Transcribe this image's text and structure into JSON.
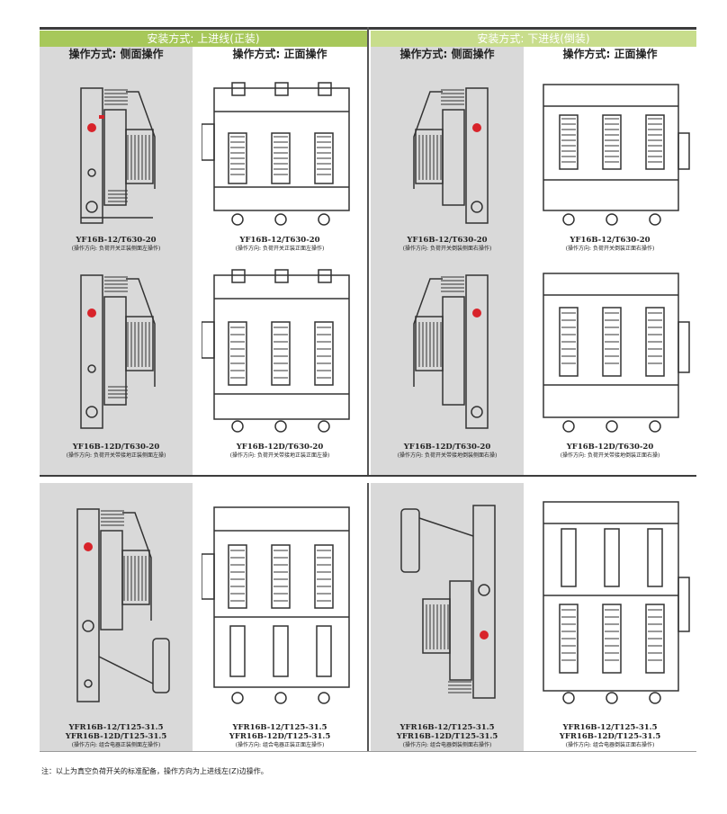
{
  "headers": {
    "top_mount": "安装方式: 上进线(正装)",
    "bottom_mount": "安装方式: 下进线(倒装)"
  },
  "subheaders": [
    "操作方式: 侧面操作",
    "操作方式: 正面操作",
    "操作方式: 侧面操作",
    "操作方式: 正面操作"
  ],
  "captions": [
    {
      "model": "YF16B-12/T630-20",
      "note": "(操作方向: 负荷开关正装侧面左操作)"
    },
    {
      "model": "YF16B-12/T630-20",
      "note": "(操作方向: 负荷开关正装正面左操作)"
    },
    {
      "model": "YF16B-12/T630-20",
      "note": "(操作方向: 负荷开关倒装侧面右操作)"
    },
    {
      "model": "YF16B-12/T630-20",
      "note": "(操作方向: 负荷开关倒装正面右操作)"
    },
    {
      "model": "YF16B-12D/T630-20",
      "note": "(操作方向: 负荷开关带接地正装侧面左操)"
    },
    {
      "model": "YF16B-12D/T630-20",
      "note": "(操作方向: 负荷开关带接地正装正面左操)"
    },
    {
      "model": "YF16B-12D/T630-20",
      "note": "(操作方向: 负荷开关带接地倒装侧面右操)"
    },
    {
      "model": "YF16B-12D/T630-20",
      "note": "(操作方向: 负荷开关带接地倒装正面右操)"
    },
    {
      "model": "YFR16B-12/T125-31.5",
      "model2": "YFR16B-12D/T125-31.5",
      "note": "(操作方向: 组合电器正装侧面左操作)"
    },
    {
      "model": "YFR16B-12/T125-31.5",
      "model2": "YFR16B-12D/T125-31.5",
      "note": "(操作方向: 组合电器正装正面左操作)"
    },
    {
      "model": "YFR16B-12/T125-31.5",
      "model2": "YFR16B-12D/T125-31.5",
      "note": "(操作方向: 组合电器倒装侧面右操作)"
    },
    {
      "model": "YFR16B-12/T125-31.5",
      "model2": "YFR16B-12D/T125-31.5",
      "note": "(操作方向: 组合电器倒装正面右操作)"
    }
  ],
  "footnote": "注：以上为真空负荷开关的标准配备，操作方向为上进线左(Z)边操作。",
  "colors": {
    "header_top": "#a7c85a",
    "header_bottom": "#c8dd8c",
    "panel_gray": "#d9d9d9",
    "accent_red": "#d8232a"
  }
}
